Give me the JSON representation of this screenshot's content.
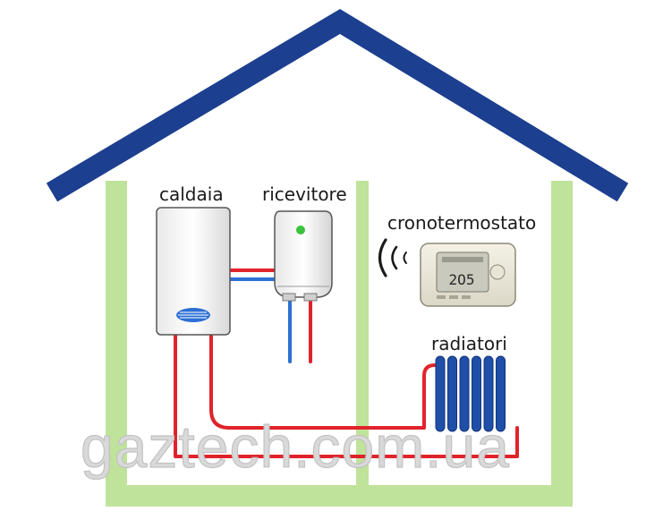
{
  "labels": {
    "boiler": "caldaia",
    "receiver": "ricevitore",
    "thermostat": "cronotermostato",
    "radiators": "radiatori"
  },
  "watermark": "gaztech.com.ua",
  "thermostat_display": "2O5",
  "colors": {
    "roof": "#1c3f8f",
    "walls": "#bfe39a",
    "hot_pipe": "#e0232b",
    "cold_pipe": "#2d6fd4",
    "radiator": "#1f4fa8",
    "receiver_led": "#3cc23c"
  }
}
